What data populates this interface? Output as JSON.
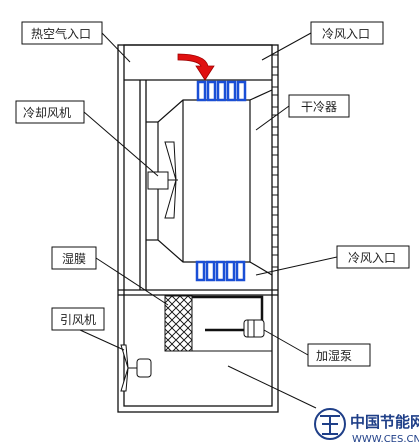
{
  "labels": {
    "hot_air_inlet": "热空气入口",
    "cold_air_inlet_top": "冷风入口",
    "cooling_fan": "冷却风机",
    "dry_cooler": "干冷器",
    "cold_air_inlet_bottom": "冷风入口",
    "wet_film": "湿膜",
    "induced_fan": "引风机",
    "humidifier_pump": "加湿泵"
  },
  "watermark": {
    "site_name": "中国节能网",
    "url": "WWW.CES.CN"
  },
  "colors": {
    "line": "#111111",
    "coil_blue": "#1a4fd6",
    "arrow_red": "#e01010",
    "watermark_blue": "#1f3f88"
  }
}
